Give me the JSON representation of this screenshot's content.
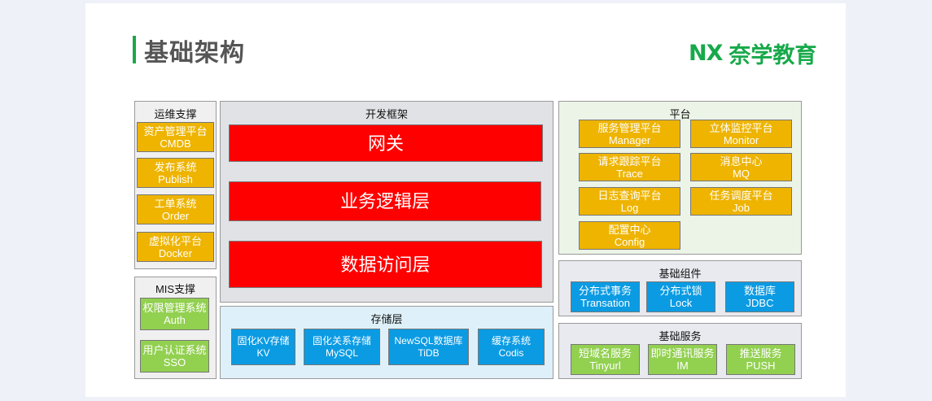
{
  "header": {
    "title": "基础架构",
    "logo_mark": "NX",
    "logo_text": "奈学教育"
  },
  "ops": {
    "title": "运维支撑",
    "items": [
      {
        "cn": "资产管理平台",
        "en": "CMDB"
      },
      {
        "cn": "发布系统",
        "en": "Publish"
      },
      {
        "cn": "工单系统",
        "en": "Order"
      },
      {
        "cn": "虚拟化平台",
        "en": "Docker"
      }
    ]
  },
  "mis": {
    "title": "MIS支撑",
    "items": [
      {
        "cn": "权限管理系统",
        "en": "Auth"
      },
      {
        "cn": "用户认证系统",
        "en": "SSO"
      }
    ]
  },
  "dev": {
    "title": "开发框架",
    "layers": [
      "网关",
      "业务逻辑层",
      "数据访问层"
    ]
  },
  "storage": {
    "title": "存储层",
    "items": [
      {
        "cn": "固化KV存储",
        "en": "KV"
      },
      {
        "cn": "固化关系存储",
        "en": "MySQL"
      },
      {
        "cn": "NewSQL数据库",
        "en": "TiDB"
      },
      {
        "cn": "缓存系统",
        "en": "Codis"
      }
    ]
  },
  "platform": {
    "title": "平台",
    "items": [
      {
        "cn": "服务管理平台",
        "en": "Manager"
      },
      {
        "cn": "立体监控平台",
        "en": "Monitor"
      },
      {
        "cn": "请求跟踪平台",
        "en": "Trace"
      },
      {
        "cn": "消息中心",
        "en": "MQ"
      },
      {
        "cn": "日志查询平台",
        "en": "Log"
      },
      {
        "cn": "任务调度平台",
        "en": "Job"
      },
      {
        "cn": "配置中心",
        "en": "Config"
      }
    ]
  },
  "components": {
    "title": "基础组件",
    "items": [
      {
        "cn": "分布式事务",
        "en": "Transation"
      },
      {
        "cn": "分布式锁",
        "en": "Lock"
      },
      {
        "cn": "数据库",
        "en": "JDBC"
      }
    ]
  },
  "services": {
    "title": "基础服务",
    "items": [
      {
        "cn": "短域名服务",
        "en": "Tinyurl"
      },
      {
        "cn": "即时通讯服务",
        "en": "IM"
      },
      {
        "cn": "推送服务",
        "en": "PUSH"
      }
    ]
  }
}
